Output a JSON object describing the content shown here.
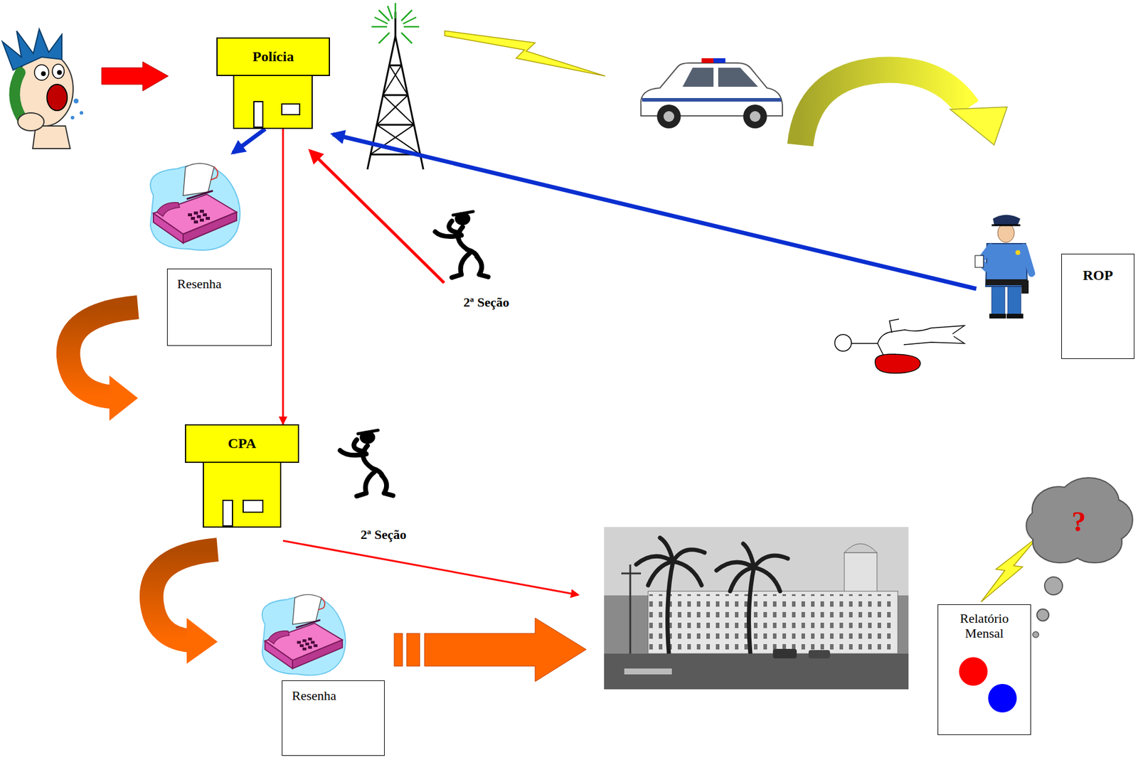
{
  "diagram": {
    "nodes": [
      {
        "text": [
          "Polícia"
        ]
      },
      {
        "text": [
          "Resenha"
        ]
      },
      {
        "text": [
          "ROP"
        ]
      },
      {
        "text": [
          "CPA"
        ]
      },
      {
        "text": [
          "?"
        ]
      },
      {
        "text": [
          "Relatório Mensal"
        ]
      },
      {
        "text": [
          "Resenha"
        ]
      }
    ],
    "edges": [
      {
        "from": 0,
        "to": 3,
        "arrow": "to"
      }
    ],
    "labels": [
      "2ª Seção",
      "2ª Seção"
    ]
  }
}
